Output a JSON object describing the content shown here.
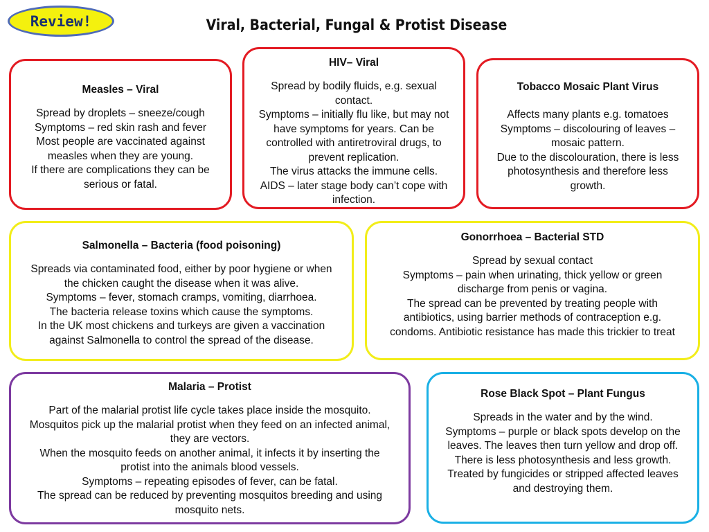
{
  "badge": "Review!",
  "title": "Viral, Bacterial, Fungal & Protist Disease",
  "cards": [
    {
      "title": "Measles – Viral",
      "body": "Spread by droplets – sneeze/cough\nSymptoms – red skin rash and fever\nMost people are vaccinated against measles when they are young.\nIf there are complications they can be serious or fatal."
    },
    {
      "title": "HIV– Viral",
      "body": "Spread by bodily fluids, e.g. sexual contact.\nSymptoms – initially flu like, but may not have symptoms for years. Can be controlled with antiretroviral drugs, to prevent replication.\nThe virus attacks the immune cells.\nAIDS – later stage body can’t cope with infection."
    },
    {
      "title": "Tobacco Mosaic Plant Virus",
      "body": "Affects many plants e.g. tomatoes\nSymptoms – discolouring of leaves – mosaic pattern.\nDue to the discolouration, there is less photosynthesis and therefore less growth."
    },
    {
      "title": "Salmonella – Bacteria (food poisoning)",
      "body": "Spreads via contaminated food, either by poor hygiene or when  the chicken caught the disease when it was alive.\nSymptoms – fever, stomach cramps, vomiting, diarrhoea.\nThe bacteria release toxins which cause the symptoms.\nIn the UK most chickens and turkeys are given a vaccination against Salmonella to control the spread of the disease."
    },
    {
      "title": "Gonorrhoea – Bacterial STD",
      "body": "Spread by sexual contact\nSymptoms – pain when urinating, thick yellow or green discharge from penis or vagina.\nThe spread can be prevented by treating people with antibiotics, using barrier methods of contraception e.g. condoms. Antibiotic resistance has made this trickier to treat"
    },
    {
      "title": "Malaria – Protist",
      "body": "Part of the malarial protist life cycle takes place inside the mosquito.\nMosquitos pick up the malarial protist when they feed on an infected animal, they are vectors.\nWhen the mosquito feeds on another animal, it infects it by inserting the protist into the animals blood vessels.\nSymptoms – repeating episodes of fever, can be fatal.\nThe spread can be reduced by preventing mosquitos breeding and using mosquito nets."
    },
    {
      "title": "Rose Black Spot – Plant Fungus",
      "body": "Spreads in the water and by the wind.\nSymptoms – purple or black spots develop on the leaves. The leaves then turn yellow and drop off.\nThere is less photosynthesis and less growth.\nTreated by fungicides or stripped affected leaves and destroying them."
    }
  ],
  "colors": {
    "badge_fill": "#f4f10e",
    "badge_border": "#4f6bb8",
    "viral_border": "#e31b23",
    "bacterial_border": "#f2ed1a",
    "protist_border": "#7d3aa0",
    "fungus_border": "#1ab0e5"
  }
}
